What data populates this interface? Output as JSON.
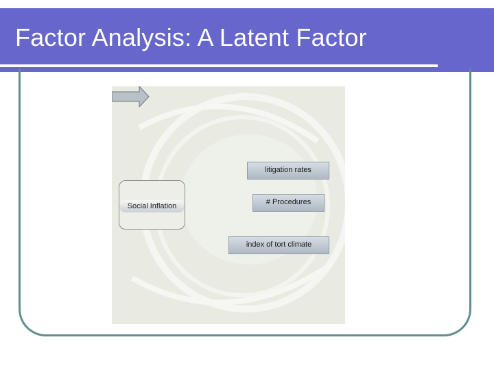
{
  "slide": {
    "title": "Factor Analysis: A Latent Factor"
  },
  "diagram": {
    "latent_factor": "Social Inflation",
    "indicators": [
      {
        "label": "litigation rates"
      },
      {
        "label": "# Procedures"
      },
      {
        "label": "index of tort climate"
      }
    ]
  },
  "colors": {
    "title_bar": "#6666cc",
    "frame": "#5f8f8c",
    "figure_bg": "#e9ebe3"
  }
}
